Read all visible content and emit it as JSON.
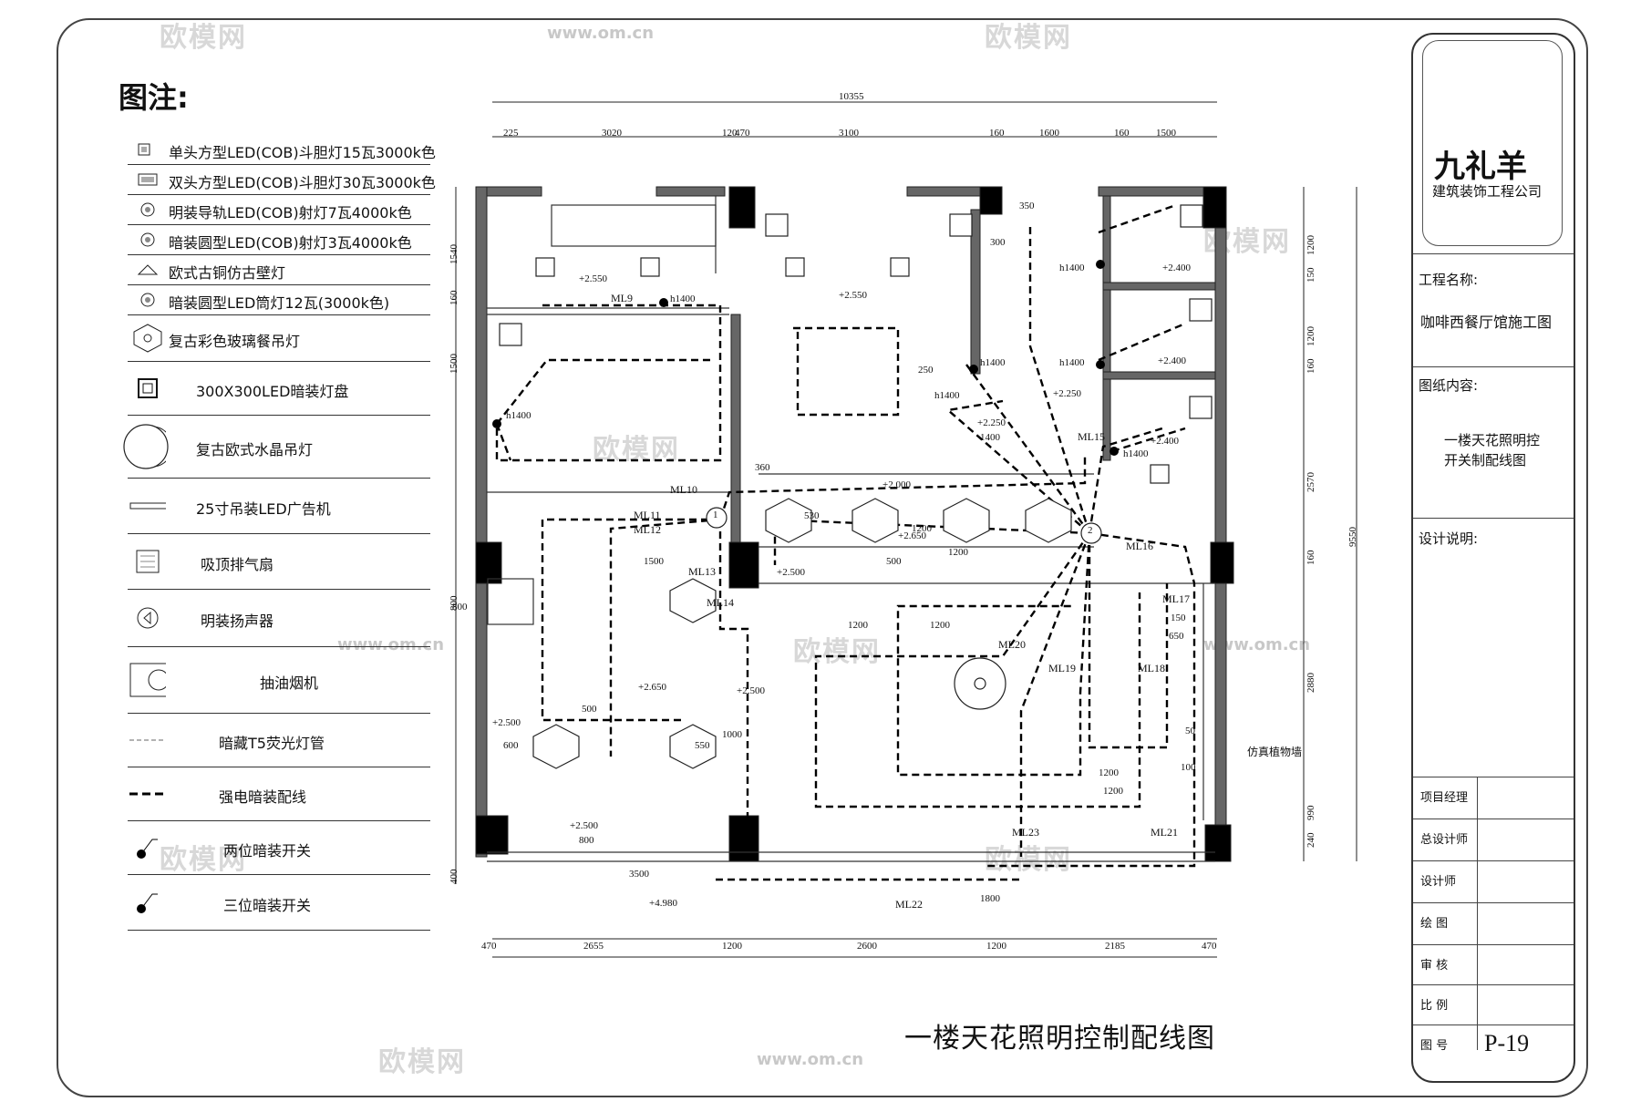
{
  "legend": {
    "title": "图注:",
    "items": [
      {
        "icon": "single-square-downlight-icon",
        "label": "单头方型LED(COB)斗胆灯15瓦3000k色"
      },
      {
        "icon": "double-square-downlight-icon",
        "label": "双头方型LED(COB)斗胆灯30瓦3000k色"
      },
      {
        "icon": "track-spotlight-icon",
        "label": "明装导轨LED(COB)射灯7瓦4000k色"
      },
      {
        "icon": "round-recessed-spotlight-icon",
        "label": "暗装圆型LED(COB)射灯3瓦4000k色"
      },
      {
        "icon": "wall-lamp-icon",
        "label": "欧式古铜仿古壁灯"
      },
      {
        "icon": "round-led-downlight-icon",
        "label": "暗装圆型LED筒灯12瓦(3000k色)"
      },
      {
        "icon": "glass-pendant-icon",
        "label": "复古彩色玻璃餐吊灯"
      },
      {
        "icon": "led-panel-icon",
        "label": "300X300LED暗装灯盘"
      },
      {
        "icon": "crystal-chandelier-icon",
        "label": "复古欧式水晶吊灯"
      },
      {
        "icon": "led-ad-screen-icon",
        "label": "25寸吊装LED广告机"
      },
      {
        "icon": "exhaust-fan-icon",
        "label": "吸顶排气扇"
      },
      {
        "icon": "speaker-icon",
        "label": "明装扬声器"
      },
      {
        "icon": "range-hood-icon",
        "label": "抽油烟机"
      },
      {
        "icon": "t5-tube-icon",
        "label": "暗藏T5荧光灯管"
      },
      {
        "icon": "wiring-dash-icon",
        "label": "强电暗装配线"
      },
      {
        "icon": "two-way-switch-icon",
        "label": "两位暗装开关"
      },
      {
        "icon": "three-way-switch-icon",
        "label": "三位暗装开关"
      }
    ]
  },
  "plan": {
    "title": "一楼天花照明控制配线图",
    "dims_top_total": "10355",
    "dims_top": [
      "225",
      "3020",
      "120",
      "470",
      "3100",
      "160",
      "1600",
      "160",
      "1500"
    ],
    "dims_bottom": [
      "470",
      "2655",
      "1200",
      "2600",
      "1200",
      "2185",
      "470"
    ],
    "dims_right_total": "9550",
    "dims_right": [
      "1200",
      "150",
      "1200",
      "160",
      "2570",
      "160",
      "2880",
      "990",
      "240"
    ],
    "dims_left": [
      "1540",
      "160",
      "1500",
      "800",
      "400"
    ],
    "circuits": [
      "ML9",
      "ML10",
      "ML11",
      "ML12",
      "ML13",
      "ML14",
      "ML15",
      "ML16",
      "ML17",
      "ML18",
      "ML19",
      "ML20",
      "ML21",
      "ML22",
      "ML23"
    ],
    "elevations": [
      "+2.550",
      "+2.550",
      "+2.400",
      "+2.400",
      "+2.400",
      "+2.250",
      "+2.250",
      "+2.000",
      "+2.650",
      "+2.500",
      "+2.650",
      "+2.500",
      "+2.500",
      "+2.500",
      "+4.980"
    ],
    "heights": [
      "h1400",
      "h1400",
      "h1400",
      "h1400",
      "h1400",
      "h1400",
      "h1400"
    ],
    "inner_dims": [
      "1200",
      "1200",
      "1200",
      "1200",
      "1200",
      "1500",
      "500",
      "600",
      "550",
      "1000",
      "800",
      "3500",
      "1800",
      "1200",
      "650",
      "150",
      "50",
      "100",
      "1400",
      "250",
      "300",
      "350",
      "360",
      "530",
      "500",
      "800"
    ],
    "switch_marks": [
      "1",
      "2"
    ],
    "plant_wall_label": "仿真植物墙"
  },
  "title_block": {
    "brand": "九礼羊",
    "brand_sub": "建筑装饰工程公司",
    "project_label": "工程名称:",
    "project_name": "咖啡西餐厅馆施工图",
    "content_label": "图纸内容:",
    "content_value_1": "一楼天花照明控",
    "content_value_2": "开关制配线图",
    "design_notes_label": "设计说明:",
    "rows": [
      "项目经理",
      "总设计师",
      "设计师",
      "绘 图",
      "审 核",
      "比 例",
      "图 号"
    ],
    "drawing_no": "P-19"
  },
  "watermark": {
    "brand": "欧模网",
    "url": "www.om.cn"
  }
}
